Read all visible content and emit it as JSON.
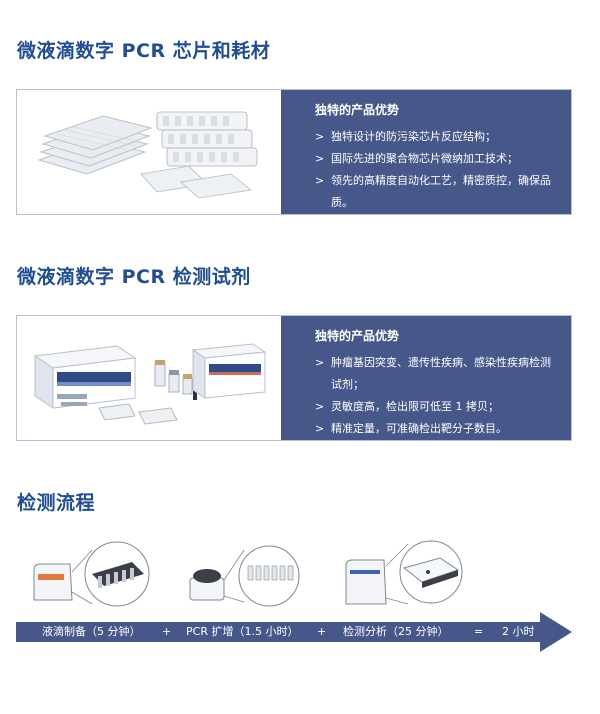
{
  "sections": {
    "chips": {
      "title": "微液滴数字 PCR 芯片和耗材",
      "info_title": "独特的产品优势",
      "points": [
        "独特设计的防污染芯片反应结构；",
        "国际先进的聚合物芯片微纳加工技术；",
        "领先的高精度自动化工艺，精密质控，确保品质。"
      ]
    },
    "reagents": {
      "title": "微液滴数字 PCR 检测试剂",
      "info_title": "独特的产品优势",
      "points": [
        "肿瘤基因突变、遗传性疾病、感染性疾病检测试剂；",
        "灵敏度高，检出限可低至 1 拷贝；",
        "精准定量，可准确检出靶分子数目。"
      ]
    },
    "workflow": {
      "title": "检测流程",
      "steps": [
        "液滴制备（5 分钟）",
        "+",
        "PCR 扩增（1.5 小时）",
        "+",
        "检测分析（25 分钟）",
        "=",
        "2 小时"
      ]
    }
  },
  "colors": {
    "title_blue": "#1f4e94",
    "panel_navy": "#46578a"
  }
}
